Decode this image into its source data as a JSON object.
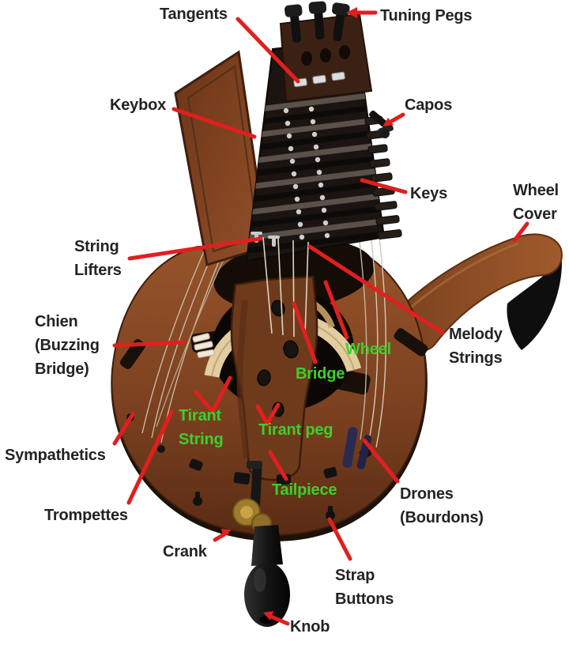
{
  "diagram": {
    "subject": "Hurdy-gurdy parts diagram",
    "colors": {
      "label_black": "#262223",
      "label_green": "#3bd02b",
      "leader_red": "#e11f1f",
      "background": "#ffffff"
    },
    "labels": {
      "tangents": {
        "lines": [
          "Tangents"
        ],
        "color": "black"
      },
      "tuning_pegs": {
        "lines": [
          "Tuning Pegs"
        ],
        "color": "black"
      },
      "keybox": {
        "lines": [
          "Keybox"
        ],
        "color": "black"
      },
      "capos": {
        "lines": [
          "Capos"
        ],
        "color": "black"
      },
      "keys": {
        "lines": [
          "Keys"
        ],
        "color": "black"
      },
      "wheel_cover": {
        "lines": [
          "Wheel",
          "Cover"
        ],
        "color": "black"
      },
      "string_lifters": {
        "lines": [
          "String",
          "Lifters"
        ],
        "color": "black"
      },
      "chien": {
        "lines": [
          "Chien",
          "(Buzzing",
          "Bridge)"
        ],
        "color": "black"
      },
      "melody_strings": {
        "lines": [
          "Melody",
          "Strings"
        ],
        "color": "black"
      },
      "wheel": {
        "lines": [
          "Wheel"
        ],
        "color": "green"
      },
      "bridge": {
        "lines": [
          "Bridge"
        ],
        "color": "green"
      },
      "tirant_string": {
        "lines": [
          "Tirant",
          "String"
        ],
        "color": "green"
      },
      "tirant_peg": {
        "lines": [
          "Tirant peg"
        ],
        "color": "green"
      },
      "sympathetics": {
        "lines": [
          "Sympathetics"
        ],
        "color": "black"
      },
      "trompettes": {
        "lines": [
          "Trompettes"
        ],
        "color": "black"
      },
      "tailpiece": {
        "lines": [
          "Tailpiece"
        ],
        "color": "green"
      },
      "drones": {
        "lines": [
          "Drones",
          "(Bourdons)"
        ],
        "color": "black"
      },
      "crank": {
        "lines": [
          "Crank"
        ],
        "color": "black"
      },
      "strap_buttons": {
        "lines": [
          "Strap",
          "Buttons"
        ],
        "color": "black"
      },
      "knob": {
        "lines": [
          "Knob"
        ],
        "color": "black"
      }
    }
  }
}
